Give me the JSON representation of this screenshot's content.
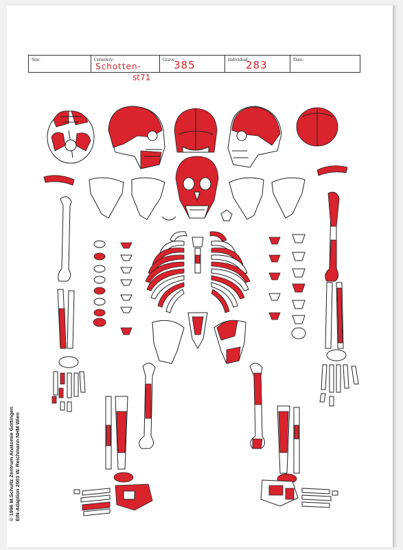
{
  "form": {
    "site_label": "Site:",
    "cemetery_label": "Cemetery:",
    "cemetery_value": "Schotten-",
    "cemetery_value_2": "st71",
    "grave_label": "Grave:",
    "grave_value": "385",
    "individual_label": "Individual:",
    "individual_value": "283",
    "date_label": "Date:"
  },
  "copyright": {
    "line1": "© 1996 M.Schultz Zentrum Anatomie Göttingen",
    "line2": "EIN-Adaption 2003 W. Reichmann NHM Wien"
  },
  "colors": {
    "marking": "#d9232d",
    "paper": "#ffffff",
    "ink": "#222222"
  }
}
